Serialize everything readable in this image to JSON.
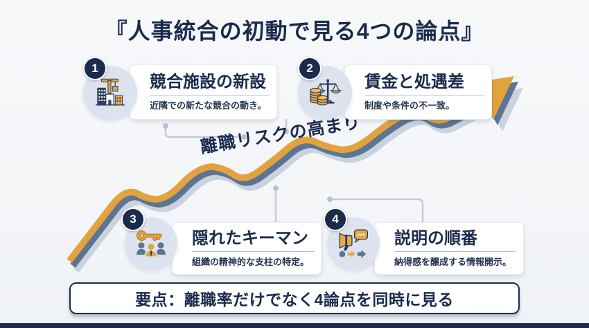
{
  "title": "『人事統合の初動で見る4つの論点』",
  "wave_label": "離職リスクの高まり",
  "summary": "要点：離職率だけでなく4論点を同時に見る",
  "cards": [
    {
      "number": "1",
      "title": "競合施設の新設",
      "desc": "近隣での新たな競合の動き。",
      "icon": "construction-crane-icon"
    },
    {
      "number": "2",
      "title": "賃金と処遇差",
      "desc": "制度や条件の不一致。",
      "icon": "scales-coins-icon"
    },
    {
      "number": "3",
      "title": "隠れたキーマン",
      "desc": "組織の精神的な支柱の特定。",
      "icon": "key-people-icon"
    },
    {
      "number": "4",
      "title": "説明の順番",
      "desc": "納得感を醸成する情報開示。",
      "icon": "megaphone-steps-icon"
    }
  ],
  "colors": {
    "navy": "#1b2b4c",
    "gold": "#e2a33f",
    "steel_blue": "#5d7492",
    "light_band": "#c9d3e0",
    "icon_bg": "#dce3ee",
    "connector": "#c3cbd7",
    "background": "#f5f6f8"
  }
}
